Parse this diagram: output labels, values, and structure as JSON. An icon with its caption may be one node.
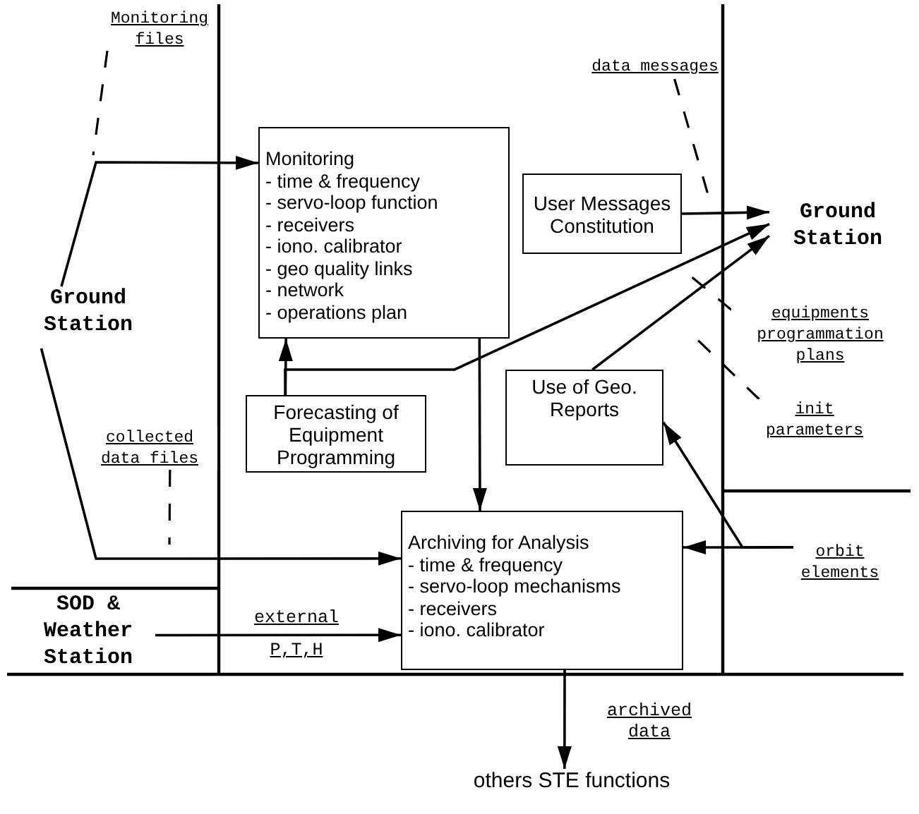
{
  "diagram": {
    "nodes": [
      {
        "text": [
          "Ground Station"
        ]
      },
      {
        "text": [
          "Monitoring",
          "- time & frequency",
          "- servo-loop function",
          "- receivers",
          "- iono.  calibrator",
          "- geo quality links",
          "- network",
          "- operations plan"
        ]
      },
      {
        "text": [
          "User Messages Constitution"
        ]
      },
      {
        "text": [
          "Ground Station"
        ]
      },
      {
        "text": [
          "Forecasting of Equipment Programming"
        ]
      },
      {
        "text": [
          "Use of Geo. Reports"
        ]
      },
      {
        "text": [
          "Archiving for Analysis",
          "- time & frequency",
          "- servo-loop mechanisms",
          "- receivers",
          "- iono.  calibrator"
        ]
      },
      {
        "text": [
          "SOD & Weather Station"
        ]
      },
      {
        "text": [
          "others STE functions"
        ]
      },
      {
        "text": [
          "Monitoring files"
        ]
      },
      {
        "text": [
          "collected data files"
        ]
      },
      {
        "text": [
          "data messages"
        ]
      },
      {
        "text": [
          "equipments programmation plans"
        ]
      },
      {
        "text": [
          "init parameters"
        ]
      },
      {
        "text": [
          "orbit elements"
        ]
      }
    ],
    "edges": [
      {
        "from": 0,
        "to": 1,
        "arrow": "to"
      },
      {
        "from": 0,
        "to": 6,
        "arrow": "to"
      },
      {
        "from": 7,
        "to": 6,
        "arrow": "to",
        "label": "external P,T,H"
      },
      {
        "from": 1,
        "to": 6,
        "arrow": "to"
      },
      {
        "from": 4,
        "to": 1,
        "arrow": "to"
      },
      {
        "from": 4,
        "to": 3,
        "arrow": "to"
      },
      {
        "from": 2,
        "to": 3,
        "arrow": "to"
      },
      {
        "from": 5,
        "to": 3,
        "arrow": "to"
      },
      {
        "from": 14,
        "to": 6,
        "arrow": "to"
      },
      {
        "from": 14,
        "to": 5,
        "arrow": "to"
      },
      {
        "from": 6,
        "to": 8,
        "arrow": "to",
        "label": "archived data"
      },
      {
        "from": 9,
        "to": null,
        "arrow": "none",
        "style": "dashed"
      },
      {
        "from": 10,
        "to": null,
        "arrow": "none",
        "style": "dashed"
      },
      {
        "from": 11,
        "to": null,
        "arrow": "none",
        "style": "dashed"
      },
      {
        "from": 12,
        "to": null,
        "arrow": "none",
        "style": "dashed"
      },
      {
        "from": 13,
        "to": null,
        "arrow": "none",
        "style": "dashed"
      }
    ]
  }
}
